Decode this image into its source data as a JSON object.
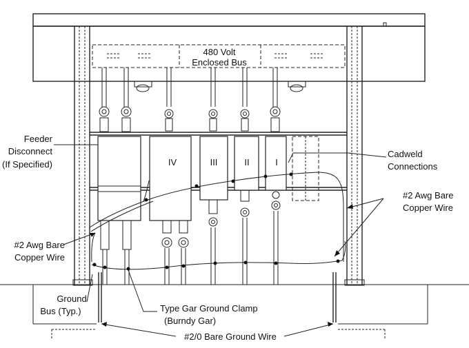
{
  "labels": {
    "enclosed_bus_line1": "480 Volt",
    "enclosed_bus_line2": "Enclosed Bus",
    "feeder_line1": "Feeder",
    "feeder_line2": "Disconnect",
    "feeder_line3": "(If Specified)",
    "cadweld_line1": "Cadweld",
    "cadweld_line2": "Connections",
    "copper_right_line1": "#2 Awg Bare",
    "copper_right_line2": "Copper Wire",
    "copper_left_line1": "#2 Awg Bare",
    "copper_left_line2": "Copper Wire",
    "ground_bus_line1": "Ground",
    "ground_bus_line2": "Bus (Typ.)",
    "clamp_line1": "Type Gar Ground Clamp",
    "clamp_line2": "(Burndy Gar)",
    "ground_wire": "#2/0 Bare Ground Wire"
  },
  "breakers": [
    "IV",
    "III",
    "II",
    "I"
  ]
}
